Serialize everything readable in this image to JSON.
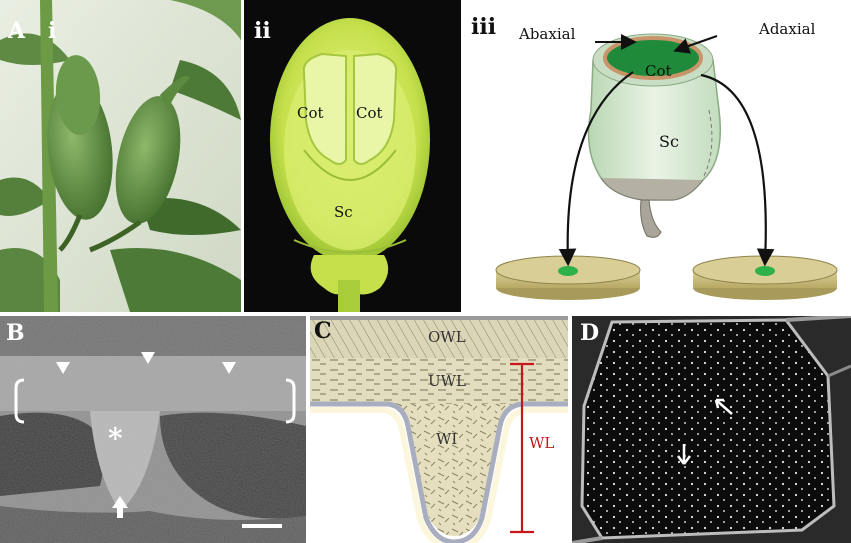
{
  "figure": {
    "panel_a": {
      "label": "A",
      "i": {
        "label": "i"
      },
      "ii": {
        "label": "ii",
        "cot_left": "Cot",
        "cot_right": "Cot",
        "sc": "Sc"
      },
      "iii": {
        "label": "iii",
        "abaxial": "Abaxial",
        "adaxial": "Adaxial",
        "cot": "Cot",
        "sc": "Sc"
      }
    },
    "panel_b": {
      "label": "B",
      "asterisk": "*"
    },
    "panel_c": {
      "label": "C",
      "owl": "OWL",
      "uwl": "UWL",
      "wi": "WI",
      "wl": "WL"
    },
    "panel_d": {
      "label": "D"
    }
  },
  "colors": {
    "red_marker": "#c8161c",
    "cot_green": "#1f8a3a",
    "sc_green": "#d6e8d2",
    "dish_tan": "#cdbf82"
  }
}
